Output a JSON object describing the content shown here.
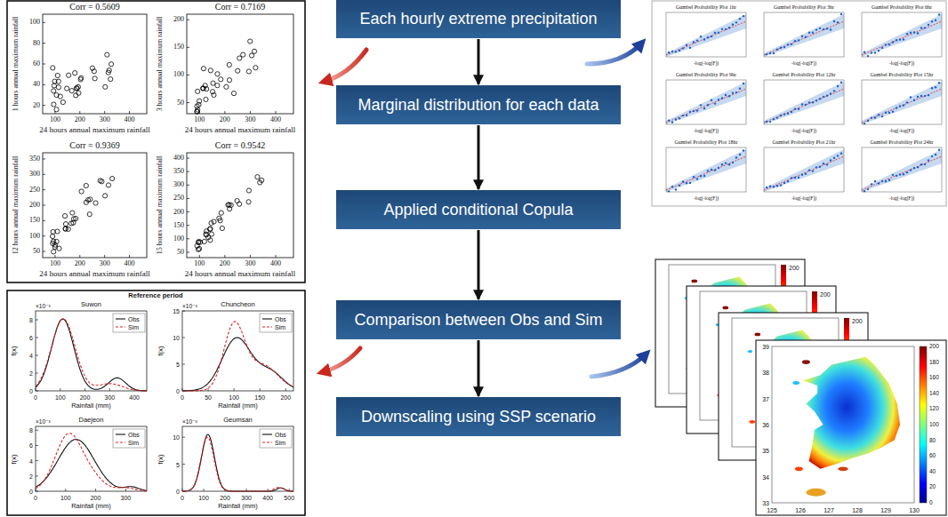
{
  "diagram": {
    "nodes": [
      {
        "text": [
          "Each hourly extreme precipitation"
        ]
      },
      {
        "text": [
          "Marginal distribution for each data"
        ]
      },
      {
        "text": [
          "Applied conditional Copula"
        ]
      },
      {
        "text": [
          "Comparison between Obs and Sim"
        ]
      },
      {
        "text": [
          "Downscaling using SSP scenario"
        ]
      }
    ],
    "edges": [
      {
        "from": 0,
        "to": 1,
        "arrow": "to"
      },
      {
        "from": 1,
        "to": 2,
        "arrow": "to"
      },
      {
        "from": 2,
        "to": 3,
        "arrow": "to"
      },
      {
        "from": 3,
        "to": 4,
        "arrow": "to"
      }
    ],
    "labels": [
      "Corr = 0.5609",
      "1 hours annual maximum rainfall",
      "100",
      "80",
      "60",
      "40",
      "20",
      "100",
      "200",
      "300",
      "400",
      "24 hours annual maximum rainfall",
      "Corr = 0.7169",
      "3 hours annual maximum rainfall",
      "200",
      "150",
      "100",
      "50",
      "100",
      "200",
      "300",
      "400",
      "24 hours annual maximum rainfall",
      "Corr = 0.9369",
      "12 hours annual maximum rainfall",
      "350",
      "300",
      "250",
      "200",
      "150",
      "100",
      "50",
      "100",
      "200",
      "300",
      "400",
      "24 hours annual maximum rainfall",
      "Corr = 0.9542",
      "15 hours annual maximum rainfall",
      "400",
      "350",
      "300",
      "250",
      "200",
      "150",
      "100",
      "50",
      "100",
      "200",
      "300",
      "400",
      "24 hours annual maximum rainfall",
      "Gumbel Probability Plot 1hr",
      "-log(-log(F))",
      "Gumbel Probability Plot 3hr",
      "-log(-log(F))",
      "Gumbel Probability Plot 6hr",
      "-log(-log(F))",
      "Gumbel Probability Plot 9hr",
      "-log(-log(F))",
      "Gumbel Probability Plot 12hr",
      "-log(-log(F))",
      "Gumbel Probability Plot 15hr",
      "-log(-log(F))",
      "Gumbel Probability Plot 18hr",
      "-log(-log(F))",
      "Gumbel Probability Plot 21hr",
      "-log(-log(F))",
      "Gumbel Probability Plot 24hr",
      "-log(-log(F))",
      "Reference period",
      "Suwon",
      "×10⁻³",
      "f(x)",
      "8",
      "6",
      "4",
      "2",
      "0",
      "0",
      "100",
      "200",
      "300",
      "400",
      "Rainfall (mm)",
      "Chuncheon",
      "×10⁻³",
      "f(x)",
      "15",
      "10",
      "5",
      "0",
      "0",
      "50",
      "100",
      "150",
      "200",
      "Rainfall (mm)",
      "Daejeon",
      "×10⁻³",
      "f(x)",
      "8",
      "6",
      "4",
      "2",
      "0",
      "0",
      "100",
      "200",
      "300",
      "Rainfall (mm)",
      "Geumsan",
      "×10⁻³",
      "f(x)",
      "10",
      "5",
      "0",
      "0",
      "100",
      "200",
      "300",
      "400",
      "500",
      "Rainfall (mm)",
      "200",
      "200",
      "200",
      "39",
      "38",
      "37",
      "36",
      "35",
      "34",
      "33",
      "125",
      "126",
      "127",
      "128",
      "129",
      "130",
      "200",
      "180",
      "160",
      "140",
      "120",
      "100",
      "80",
      "60",
      "40",
      "20",
      "0"
    ],
    "legend": [
      {
        "text": "Obs"
      },
      {
        "text": "Sim"
      },
      {
        "text": "Obs"
      },
      {
        "text": "Sim"
      },
      {
        "text": "Obs"
      },
      {
        "text": "Sim"
      },
      {
        "text": "Obs"
      },
      {
        "text": "Sim"
      }
    ]
  }
}
